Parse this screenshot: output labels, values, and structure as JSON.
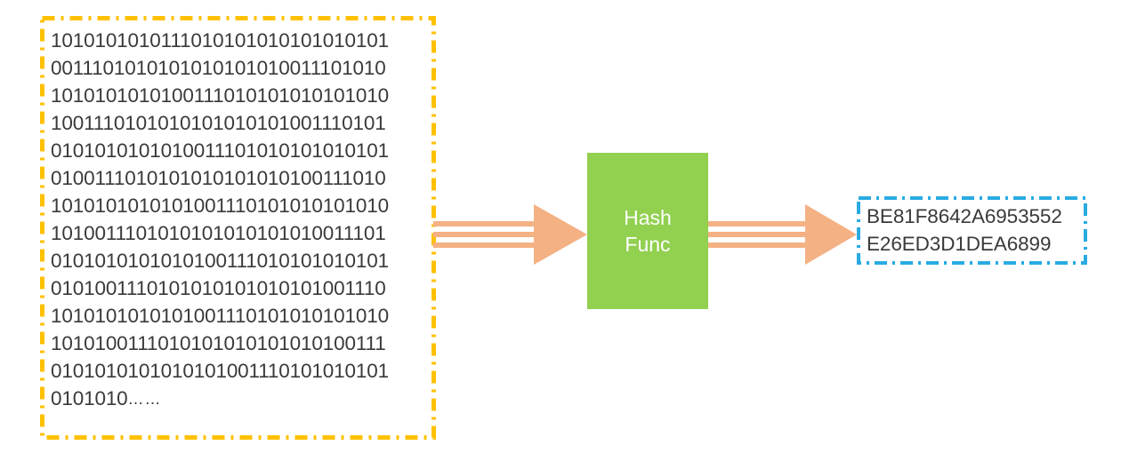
{
  "diagram": {
    "title": "Hash function diagram",
    "colors": {
      "input_border": "#FFC000",
      "output_border": "#29ABE2",
      "hash_box_fill": "#92D050",
      "arrow_fill": "#F4B183",
      "text": "#3A3A3A",
      "hash_box_text": "#FFFFFF",
      "background": "#FFFFFF"
    },
    "input": {
      "name": "binary-input-data",
      "border_style": "dash-dot",
      "lines": [
        "1010101010111010101010101010101",
        "0011101010101010101010011101010",
        "1010101010100111010101010101010",
        "1001110101010101010101001110101",
        "0101010101010011101010101010101",
        "0100111010101010101010100111010",
        "1010101010101001110101010101010",
        "1010011101010101010101010011101",
        "0101010101010100111010101010101",
        "0101001110101010101010101001110",
        "1010101010101001110101010101010",
        "1010100111010101010101010100111",
        "0101010101010101001110101010101",
        "0101010"
      ],
      "ellipsis": "……"
    },
    "process": {
      "name": "hash-function",
      "label_lines": [
        "Hash",
        "Func"
      ]
    },
    "output": {
      "name": "hash-output-value",
      "border_style": "dash-dot",
      "lines": [
        "BE81F8642A6953552",
        "E26ED3D1DEA6899"
      ]
    },
    "arrows": [
      {
        "name": "arrow-input-to-hash",
        "direction": "right"
      },
      {
        "name": "arrow-hash-to-output",
        "direction": "right"
      }
    ]
  }
}
